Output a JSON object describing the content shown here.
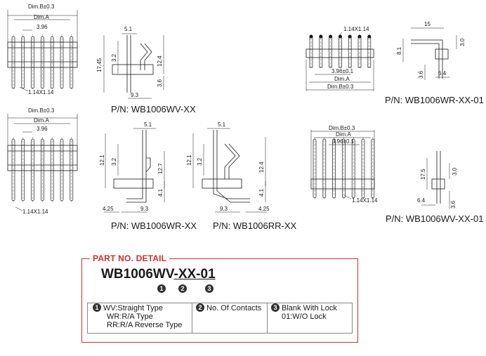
{
  "drawings": {
    "wb1006wv": {
      "dim_b": "Dim.B±0.3",
      "dim_a": "Dim.A",
      "pitch": "3.96",
      "pin_size": "1.14X1.14",
      "d_5_1": "5.1",
      "d_17_45": "17.45",
      "d_3_2": "3.2",
      "d_12_4": "12.4",
      "d_3_6": "3.6",
      "d_9_3": "9.3",
      "pn": "P/N: WB1006WV-XX"
    },
    "wb1006wr": {
      "dim_b": "Dim.B±0.3",
      "dim_a": "Dim.A",
      "pitch": "3.96",
      "pin_size": "1.14X1.14",
      "d_5_1": "5.1",
      "d_12_1": "12.1",
      "d_3_2": "3.2",
      "d_12_7": "12.7",
      "d_4_1": "4.1",
      "d_4_25": "4.25",
      "d_9_3": "9.3",
      "pn": "P/N: WB1006WR-XX"
    },
    "wb1006rr": {
      "d_5_1": "5.1",
      "d_12_1": "12.1",
      "d_3_2": "3.2",
      "d_12_4": "12.4",
      "d_4_1": "4.1",
      "d_9_3": "9.3",
      "d_4_25": "4.25",
      "pn": "P/N: WB1006RR-XX"
    },
    "wb1006wr01": {
      "pin_size": "1.14X1.14",
      "pitch": "3.96±0.1",
      "dim_a": "Dim.A",
      "dim_b": "Dim.B±0.3",
      "d_15": "15",
      "d_3_0": "3.0",
      "d_8_1": "8.1",
      "d_3_6": "3.6",
      "d_6_4": "6.4",
      "pn": "P/N: WB1006WR-XX-01"
    },
    "wb1006wv01": {
      "dim_b": "Dim.B±0.3",
      "dim_a": "Dim.A",
      "pitch": "3.96±0.1",
      "pin_size": "1.14X1.14",
      "d_17_5": "17.5",
      "d_3_0": "3.0",
      "d_6_4": "6.4",
      "d_3_6": "3.6",
      "pn": "P/N: WB1006WV-XX-01"
    }
  },
  "part_detail": {
    "title": "PART NO. DETAIL",
    "prefix": "WB1006WV",
    "dash1": "-",
    "seg2": "XX",
    "dash2": "-",
    "seg3": "01",
    "markers": [
      "1",
      "2",
      "3"
    ],
    "col1_line1": "WV:Straight Type",
    "col1_line2": "WR:R/A Type",
    "col1_line3": "RR:R/A Reverse Type",
    "col2_line1": "No. Of Contacts",
    "col3_line1": "Blank With Lock",
    "col3_line2": "01:W/O Lock"
  },
  "colors": {
    "accent": "#c8322d",
    "ink": "#1a1a1a"
  }
}
